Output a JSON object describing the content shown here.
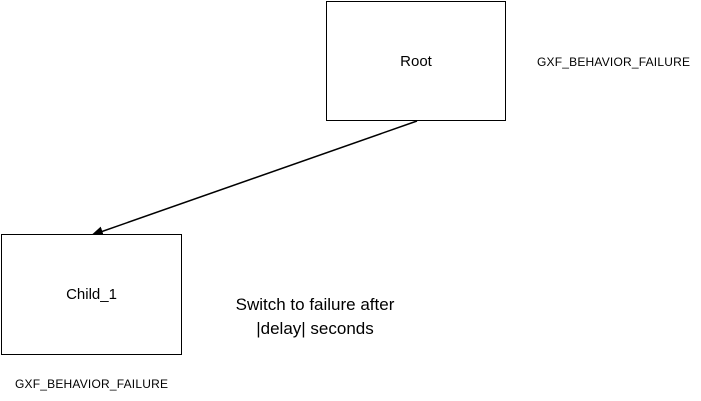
{
  "nodes": {
    "root": {
      "label": "Root",
      "status": "GXF_BEHAVIOR_FAILURE"
    },
    "child_1": {
      "label": "Child_1",
      "status": "GXF_BEHAVIOR_FAILURE"
    }
  },
  "annotation": {
    "line1": "Switch to failure after",
    "line2": "|delay| seconds"
  },
  "colors": {
    "stroke": "#000000",
    "background": "#ffffff",
    "text": "#000000"
  }
}
